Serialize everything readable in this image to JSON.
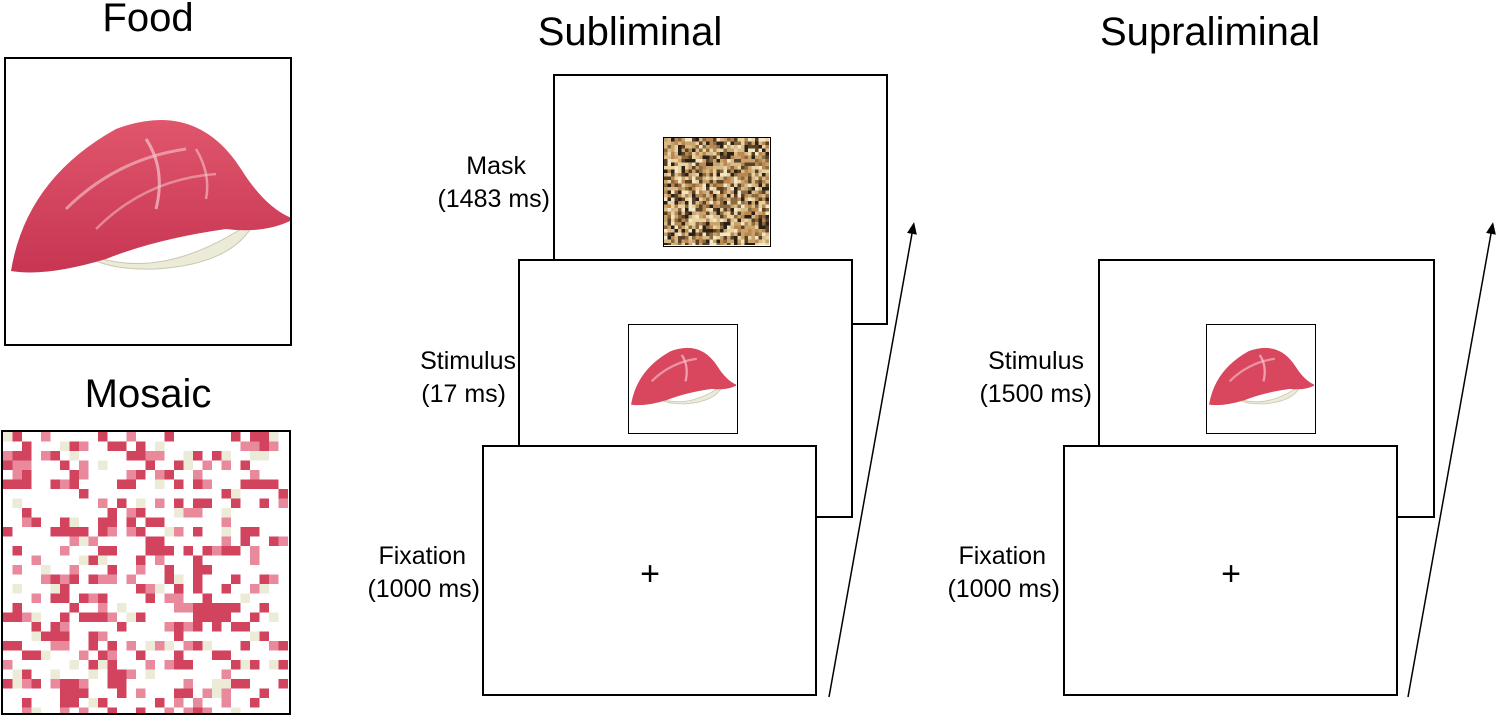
{
  "left_panel": {
    "food_title": "Food",
    "mosaic_title": "Mosaic"
  },
  "subliminal": {
    "title": "Subliminal",
    "mask_label": "Mask",
    "mask_duration": "(1483 ms)",
    "stimulus_label": "Stimulus",
    "stimulus_duration": "(17 ms)",
    "fixation_label": "Fixation",
    "fixation_duration": "(1000 ms)",
    "fixation_symbol": "+"
  },
  "supraliminal": {
    "title": "Supraliminal",
    "stimulus_label": "Stimulus",
    "stimulus_duration": "(1500 ms)",
    "fixation_label": "Fixation",
    "fixation_duration": "(1000 ms)",
    "fixation_symbol": "+"
  },
  "colors": {
    "tuna": "#d9475f",
    "rice": "#ecebd8",
    "mosaic_red": "#d2435d",
    "mosaic_pink": "#e98a9c"
  }
}
